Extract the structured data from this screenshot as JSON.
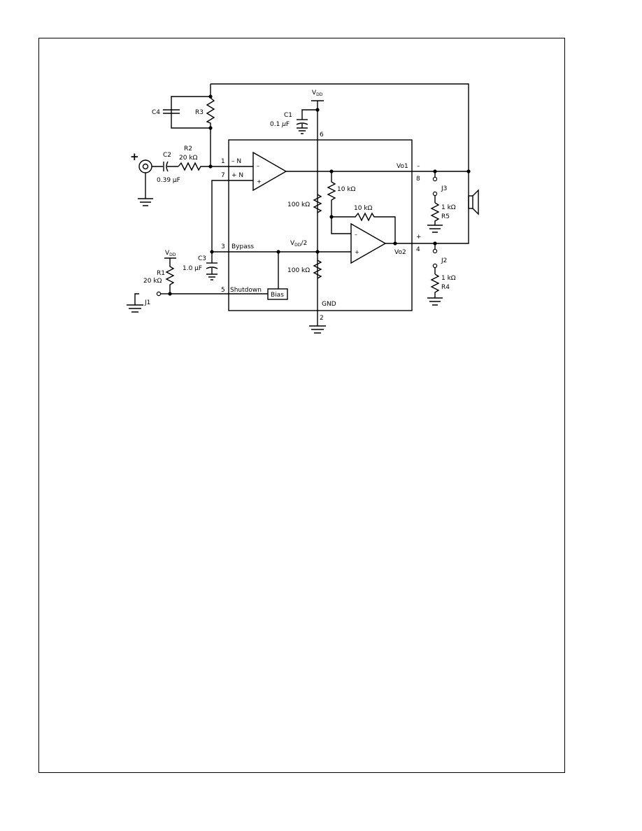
{
  "diagram": {
    "input_sign": "+",
    "pins": {
      "p1": "1",
      "p7": "7",
      "p6": "6",
      "p3": "3",
      "p5": "5",
      "p2": "2",
      "p8": "8",
      "p4": "4",
      "inv_in": "– N",
      "noninv_in": "+ N",
      "bypass": "Bypass",
      "shutdown": "Shutdown",
      "gnd": "GND",
      "vo1": "Vo1",
      "vo2": "Vo2",
      "vo1_sign": "–",
      "vo2_sign": "+"
    },
    "components": {
      "c4": "C4",
      "r3": "R3",
      "c2": "C2",
      "c2_value": "0.39 µF",
      "r2": "R2",
      "r2_value": "20 kΩ",
      "c1": "C1",
      "c1_value_pre": "0.1 ",
      "c1_value_mu": "µ",
      "c1_value_post": "F",
      "c3": "C3",
      "c3_value": "1.0 µF",
      "r1": "R1",
      "r1_value": "20 kΩ",
      "j1": "J1",
      "bias": "Bias",
      "r_top": "100 kΩ",
      "r_bot": "100 kΩ",
      "r_fb_in": "10 kΩ",
      "r_fb": "10 kΩ",
      "r5": "R5",
      "r5_value": "1 kΩ",
      "j3": "J3",
      "r4": "R4",
      "r4_value": "1 kΩ",
      "j2": "J2"
    },
    "supply": {
      "v": "V",
      "dd": "DD"
    },
    "vdd2": {
      "v": "V",
      "dd": "DD",
      "half": "/2"
    },
    "opamp_minus": "–",
    "opamp_plus": "+"
  }
}
